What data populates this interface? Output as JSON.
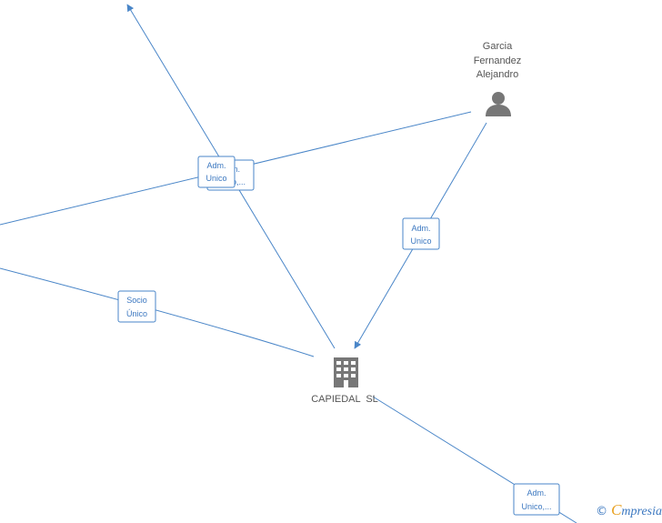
{
  "nodes": {
    "person": {
      "name_lines": [
        "Garcia",
        "Fernandez",
        "Alejandro"
      ]
    },
    "company": {
      "name": "CAPIEDAL  SL"
    }
  },
  "edge_labels": {
    "top_front": [
      "Adm.",
      "Unico"
    ],
    "top_back": [
      "Adm.",
      "Unico,..."
    ],
    "person_company": [
      "Adm.",
      "Unico"
    ],
    "socio": [
      "Socio",
      "Único"
    ],
    "bottom_right": [
      "Adm.",
      "Unico,..."
    ]
  },
  "watermark": {
    "copyright": "©",
    "brand_first": "C",
    "brand_rest": "mpresia"
  },
  "colors": {
    "edge": "#4a86c8",
    "label_text": "#3c78c0",
    "icon": "#777777",
    "brand_accent": "#e8a020"
  }
}
